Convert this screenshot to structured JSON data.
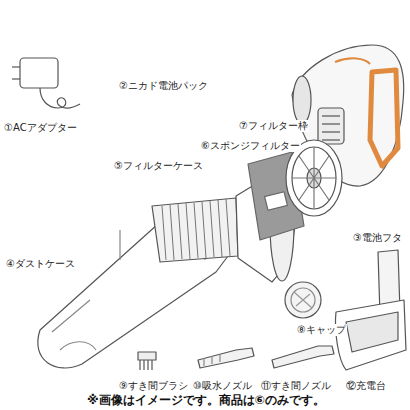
{
  "diagram": {
    "labels": [
      "①ACアダプター",
      "②ニカド電池パック",
      "③電池フタ",
      "④ダストケース",
      "⑤フィルターケース",
      "⑥スポンジフィルター",
      "⑦フィルター枠",
      "⑧キャップ",
      "⑨すき間ブラシ",
      "⑩吸水ノズル",
      "⑪すき間ノズル",
      "⑫充電台",
      "※画像はイメージです。商品は⑥のみです。"
    ]
  }
}
